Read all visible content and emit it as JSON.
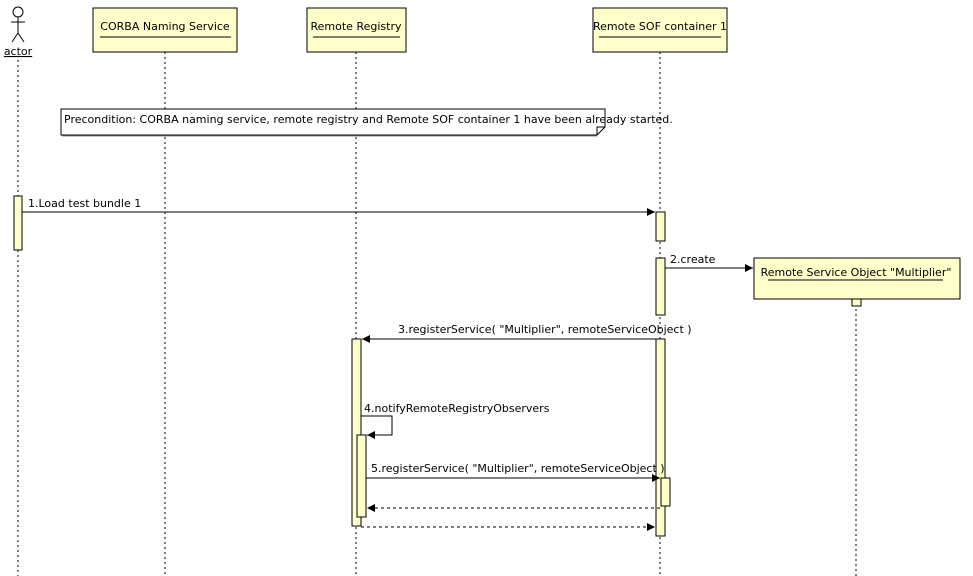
{
  "actor": {
    "name": "actor"
  },
  "participants": [
    {
      "id": "naming",
      "label": "CORBA Naming Service"
    },
    {
      "id": "registry",
      "label": "Remote Registry"
    },
    {
      "id": "sof",
      "label": "Remote SOF container 1"
    },
    {
      "id": "rso",
      "label": "Remote Service Object \"Multiplier\""
    }
  ],
  "note": {
    "text": "Precondition: CORBA naming service, remote registry and Remote SOF container 1 have been already started."
  },
  "messages": [
    {
      "label": "1.Load test bundle 1"
    },
    {
      "label": "2.create"
    },
    {
      "label": "3.registerService( \"Multiplier\", remoteServiceObject )"
    },
    {
      "label": "4.notifyRemoteRegistryObservers"
    },
    {
      "label": "5.registerService( \"Multiplier\", remoteServiceObject )"
    }
  ],
  "colors": {
    "box_fill": "#ffffcc",
    "line": "#000000",
    "background": "#ffffff"
  }
}
